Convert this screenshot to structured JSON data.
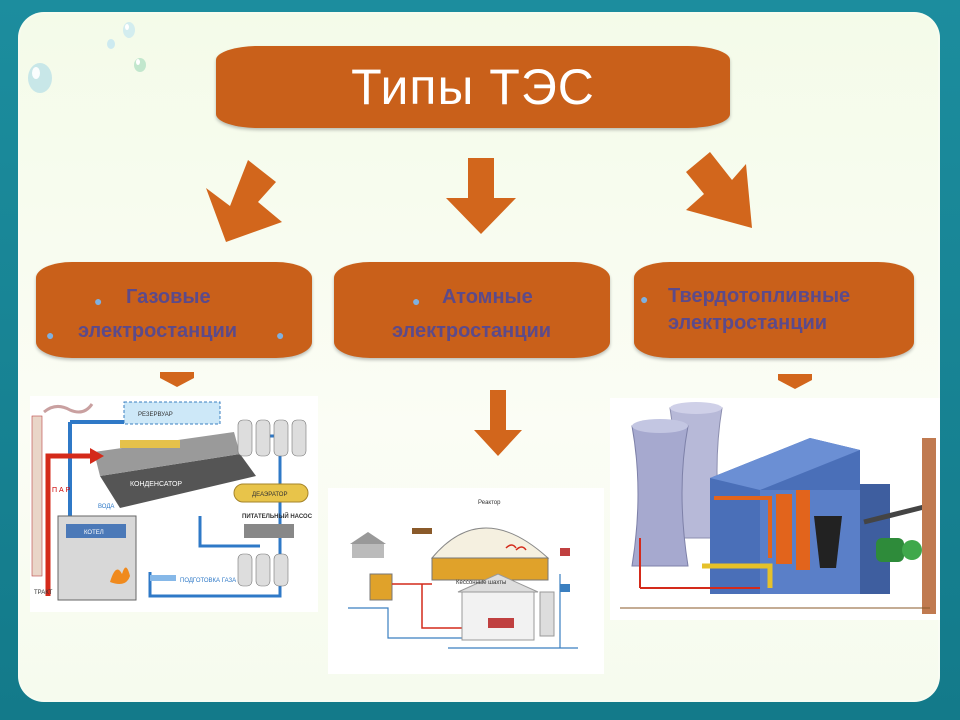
{
  "title": "Типы ТЭС",
  "types": [
    {
      "line1": "Газовые",
      "line2": "электростанции"
    },
    {
      "line1": "Атомные",
      "line2": "электростанции"
    },
    {
      "line1": "Твердотопливные",
      "line2": "электростанции"
    }
  ],
  "gas_scheme": {
    "reservoir": "РЕЗЕРВУАР",
    "condenser": "КОНДЕНСАТОР",
    "deaerator": "ДЕАЭРАТОР",
    "feed_pump": "ПИТАТЕЛЬНЫЙ НАСОС",
    "boiler": "КОТЕЛ",
    "steam": "П А Р",
    "fuel_path": "ТРАКТ",
    "gas_supply": "ПОДГОТОВКА ГАЗА",
    "water": "ВОДА"
  },
  "nuclear_scheme": {
    "reactor": "Реактор",
    "waste": "Кессонные шахты"
  },
  "colors": {
    "accent": "#c9601a",
    "frame_bg": "#f4fbe9",
    "outer_bg": "#1c8d9e",
    "type_text": "#5c4a8a"
  }
}
